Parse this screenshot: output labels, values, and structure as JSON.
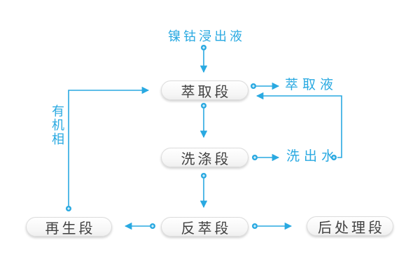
{
  "diagram": {
    "colors": {
      "accent": "#29a9e1",
      "box_text": "#404040",
      "dot_plus": "#ffffff"
    },
    "nodes": {
      "extraction": {
        "label": "萃取段"
      },
      "washing": {
        "label": "洗涤段"
      },
      "stripping": {
        "label": "反萃段"
      },
      "regeneration": {
        "label": "再生段"
      },
      "post_processing": {
        "label": "后处理段"
      }
    },
    "labels": {
      "feed": {
        "label": "镍钴浸出液"
      },
      "extract_liquid": {
        "label": "萃取液"
      },
      "wash_water": {
        "label": "洗出水"
      },
      "organic_phase": {
        "label": "有机相"
      }
    }
  }
}
